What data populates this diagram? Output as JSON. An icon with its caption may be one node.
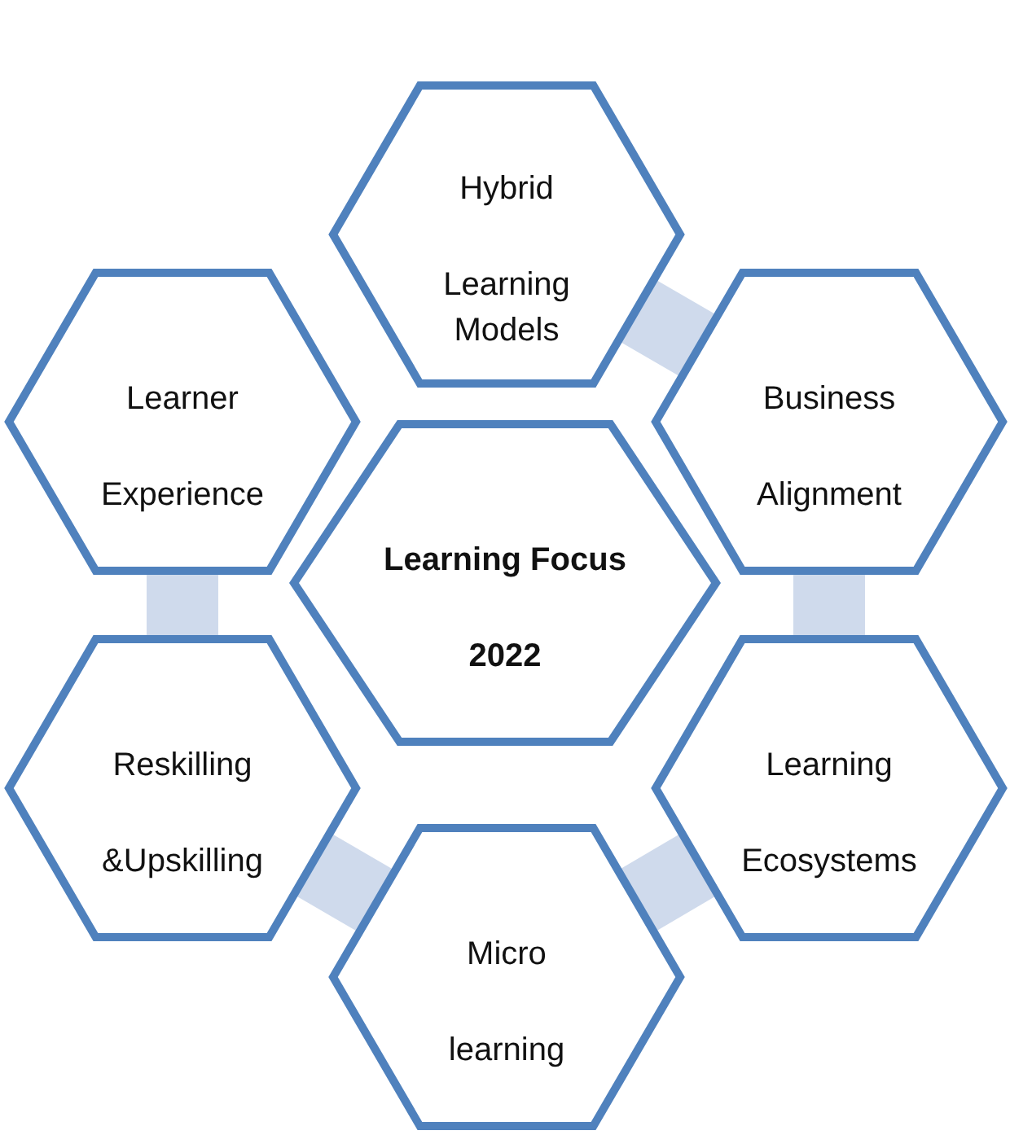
{
  "diagram": {
    "nodes": [
      {
        "text": [
          "Hybrid",
          "Learning Models"
        ]
      },
      {
        "text": [
          "Learner",
          "Experience"
        ]
      },
      {
        "text": [
          "Business",
          "Alignment"
        ]
      },
      {
        "text": [
          "Learning Focus",
          "2022"
        ]
      },
      {
        "text": [
          "Reskilling",
          "&Upskilling"
        ]
      },
      {
        "text": [
          "Learning",
          "Ecosystems"
        ]
      },
      {
        "text": [
          "Micro",
          "learning"
        ]
      }
    ],
    "edges": [
      {
        "from": 0,
        "to": 2,
        "arrow": "none"
      },
      {
        "from": 1,
        "to": 4,
        "arrow": "none"
      },
      {
        "from": 2,
        "to": 5,
        "arrow": "none"
      },
      {
        "from": 5,
        "to": 6,
        "arrow": "none"
      },
      {
        "from": 4,
        "to": 6,
        "arrow": "none"
      }
    ]
  }
}
